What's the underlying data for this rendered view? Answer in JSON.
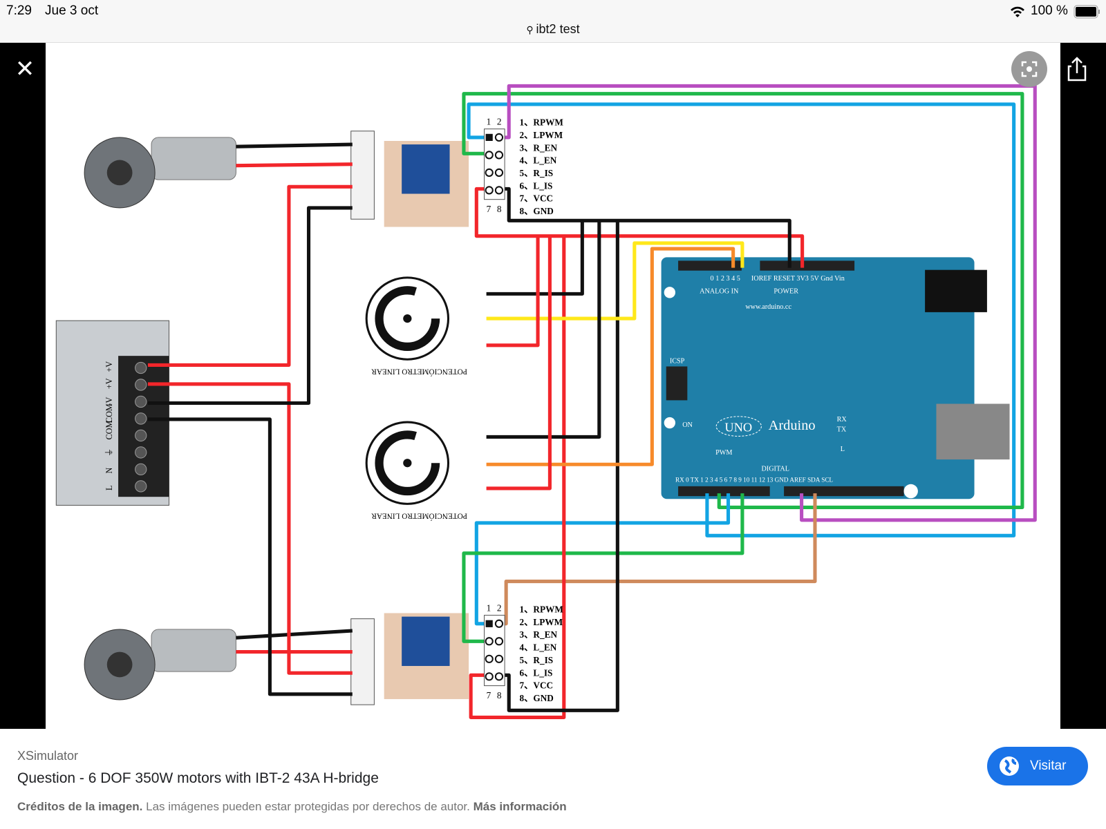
{
  "status_bar": {
    "time": "7:29",
    "date": "Jue 3 oct",
    "battery": "100 %",
    "icons": [
      "wifi-icon",
      "battery-icon"
    ]
  },
  "search": {
    "query": "ibt2 test",
    "icon": "search-icon"
  },
  "viewer": {
    "close_icon": "close-icon",
    "lens_icon": "lens-icon",
    "share_icon": "share-icon"
  },
  "diagram": {
    "header_top_cols": [
      "1",
      "2"
    ],
    "header_bottom_cols": [
      "7",
      "8"
    ],
    "pin_labels": [
      "1、RPWM",
      "2、LPWM",
      "3、R_EN",
      "4、L_EN",
      "5、R_IS",
      "6、L_IS",
      "7、VCC",
      "8、GND"
    ],
    "pot_label": "POTENCIÓMETRO LINEAR",
    "arduino": {
      "analog": "ANALOG IN",
      "power": "POWER",
      "power_pins": "IOREF RESET 3V3 5V Gnd Vin",
      "analog_pins": "0 1 2 3 4 5",
      "url": "www.arduino.cc",
      "brand": "Arduino",
      "model": "UNO",
      "icsp": "ICSP",
      "on": "ON",
      "tx": "TX",
      "rx": "RX",
      "l": "L",
      "digital": "DIGITAL",
      "pwm": "PWM",
      "digital_pins": "RX 0 TX 1 2 3 4 5 6 7   8 9 10 11 12 13 GND AREF SDA SCL"
    },
    "psu_labels": [
      "+V",
      "+V",
      "-V",
      "COM",
      "COM",
      "⏚",
      "N",
      "L"
    ],
    "wire_colors": {
      "red": "#f2262b",
      "black": "#111111",
      "blue": "#12a4e3",
      "green": "#1fb84a",
      "purple": "#b84ec0",
      "yellow": "#ffe81a",
      "orange": "#f78a2a",
      "brown": "#cf8a5c"
    }
  },
  "info": {
    "source": "XSimulator",
    "title": "Question - 6 DOF 350W motors with IBT-2 43A H-bridge",
    "credits_bold": "Créditos de la imagen.",
    "credits_text": " Las imágenes pueden estar protegidas por derechos de autor. ",
    "more_info": "Más información",
    "visit_label": "Visitar"
  }
}
